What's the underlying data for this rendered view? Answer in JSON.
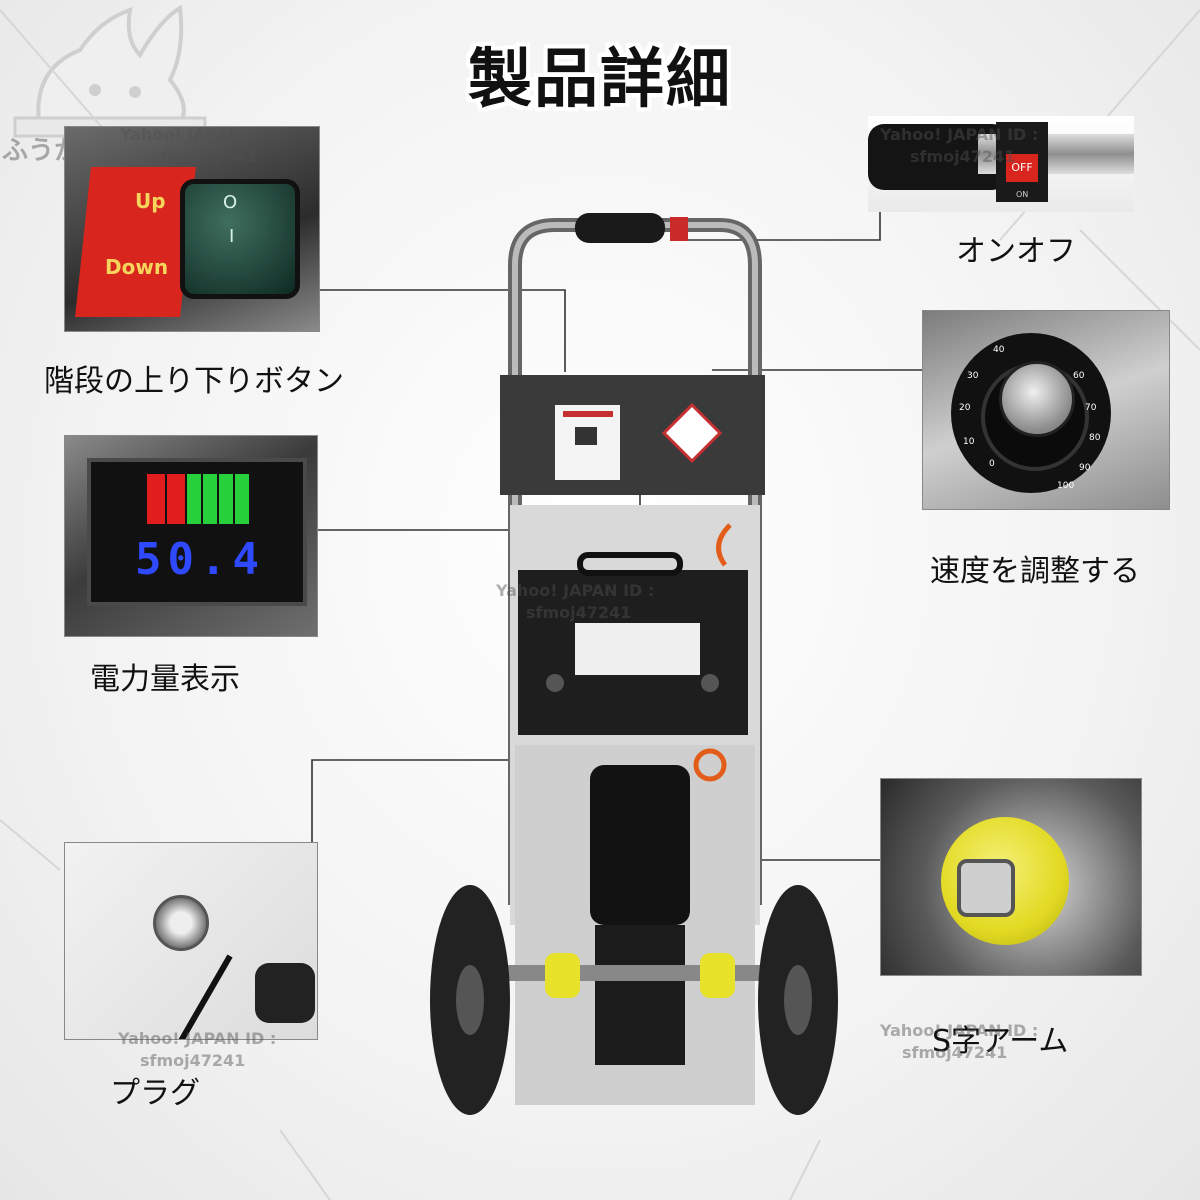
{
  "title": "製品詳細",
  "labels": {
    "stair_button": "階段の上り下りボタン",
    "power_display": "電力量表示",
    "plug": "プラグ",
    "on_off": "オンオフ",
    "speed": "速度を調整する",
    "s_arm": "S字アーム"
  },
  "switch_panel": {
    "up": "Up",
    "down": "Down",
    "on_mark": "O",
    "off_mark": "I"
  },
  "battery_display": {
    "reading": "50.4"
  },
  "speed_dial_ticks": [
    "0",
    "10",
    "20",
    "30",
    "40",
    "60",
    "70",
    "80",
    "90",
    "100"
  ],
  "handle_switch": {
    "off_text": "OFF",
    "on_text": "ON"
  },
  "watermark": {
    "line1": "Yahoo! JAPAN ID :",
    "line2": "sfmoj47241",
    "corner": "ふうかマ"
  },
  "colors": {
    "accent_red": "#d8261f",
    "display_blue": "#2f49ff",
    "roller_yellow": "#e8e22a"
  }
}
